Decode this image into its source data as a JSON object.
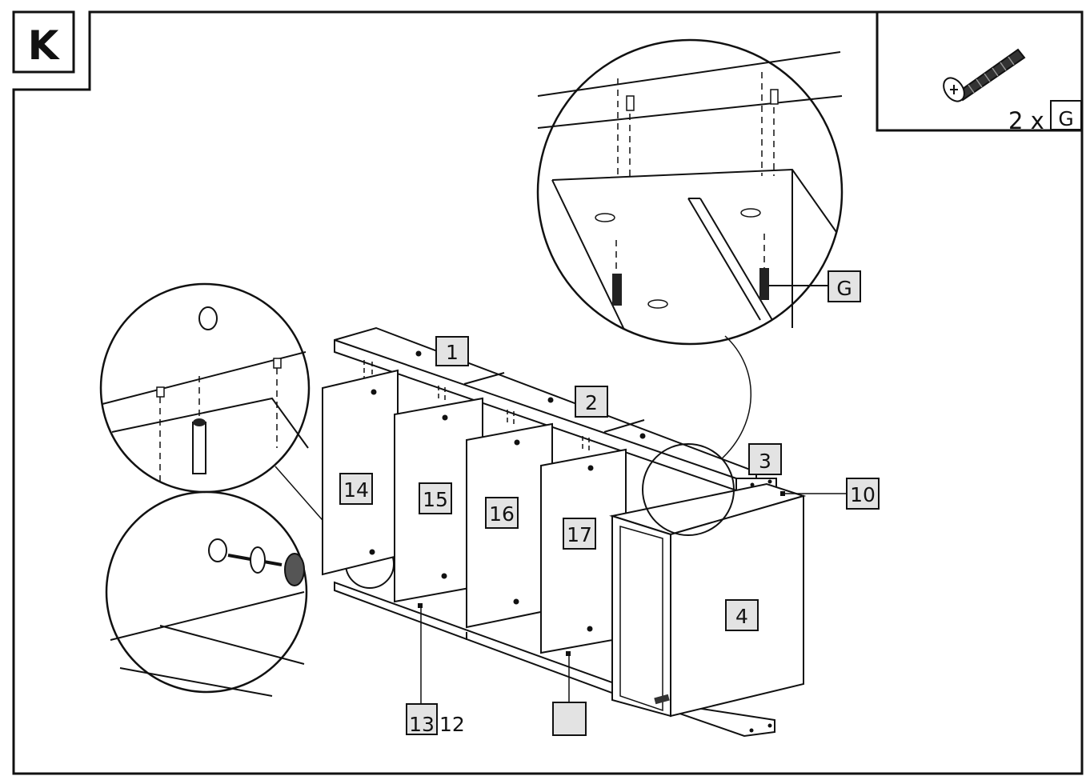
{
  "step": {
    "letter": "K"
  },
  "hardware": {
    "quantity": "2 x",
    "part": "G",
    "icon": "screw-icon"
  },
  "callout_labels": {
    "g": "G"
  },
  "parts": {
    "p1": "1",
    "p2": "2",
    "p3": "3",
    "p4": "4",
    "p10": "10",
    "p12": "12",
    "p13": "13",
    "p14": "14",
    "p15": "15",
    "p16": "16",
    "p17": "17",
    "blank": ""
  },
  "colors": {
    "line": "#111111",
    "paper": "#ffffff",
    "label_fill": "#e3e3e3",
    "panel_fill": "#f4f4f4"
  }
}
